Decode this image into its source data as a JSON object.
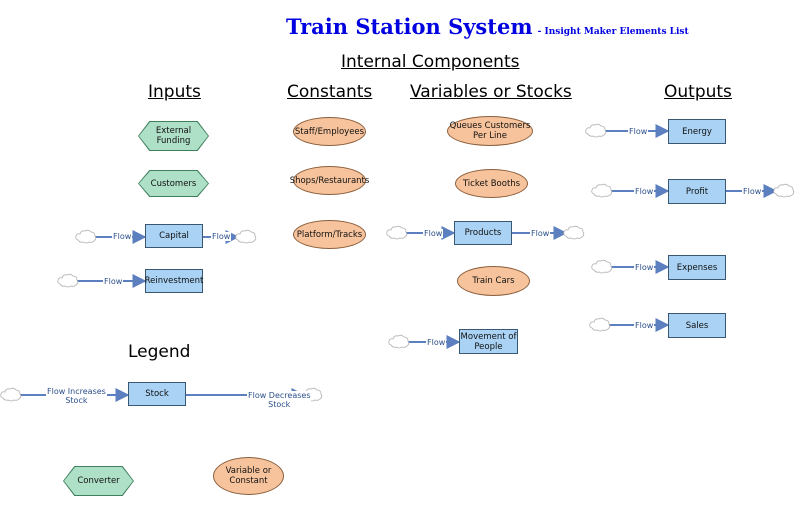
{
  "title": {
    "main": "Train Station System",
    "sub": "- Insight Maker Elements List"
  },
  "headings": {
    "internal": "Internal Components",
    "inputs": "Inputs",
    "constants": "Constants",
    "variables": "Variables or Stocks",
    "outputs": "Outputs",
    "legend": "Legend"
  },
  "inputs": {
    "external_funding": "External\nFunding",
    "customers": "Customers",
    "capital": "Capital",
    "reinvestment": "Reinvestment"
  },
  "constants": {
    "staff": "Staff/Employees",
    "shops": "Shops/Restaurants",
    "platform": "Platform/Tracks"
  },
  "variables": {
    "queues": "Queues Customers\nPer Line",
    "ticket_booths": "Ticket Booths",
    "products": "Products",
    "train_cars": "Train Cars",
    "movement": "Movement of\nPeople"
  },
  "outputs": {
    "energy": "Energy",
    "profit": "Profit",
    "expenses": "Expenses",
    "sales": "Sales"
  },
  "flow_label": "Flow",
  "legend": {
    "flow_increases": "Flow Increases\nStock",
    "stock": "Stock",
    "flow_decreases": "Flow Decreases\nStock",
    "converter": "Converter",
    "variable": "Variable or\nConstant"
  },
  "colors": {
    "stock_fill": "#a9d2f4",
    "variable_fill": "#f6c39c",
    "converter_fill": "#aee0c8",
    "flow_line": "#5b7fbf",
    "title": "#0000e0"
  }
}
